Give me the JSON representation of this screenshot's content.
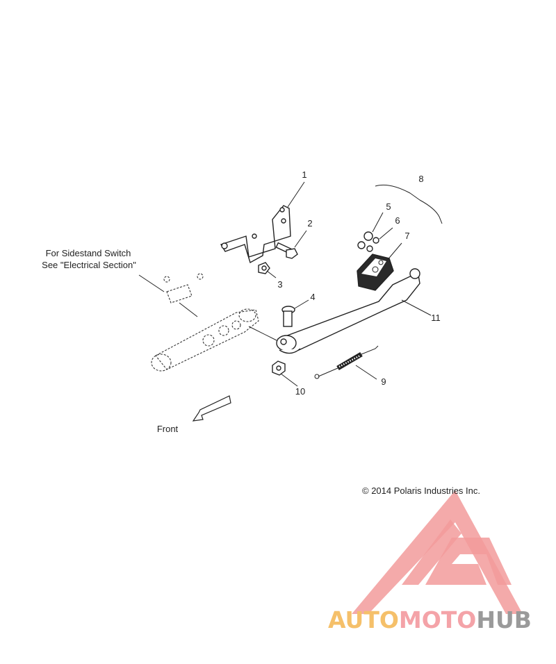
{
  "callouts": [
    "1",
    "2",
    "3",
    "4",
    "5",
    "6",
    "7",
    "8",
    "9",
    "10",
    "11"
  ],
  "note": {
    "line1": "For Sidestand Switch",
    "line2": "See \"Electrical Section\""
  },
  "front_label": "Front",
  "copyright": "© 2014 Polaris Industries Inc.",
  "watermark": {
    "brand_parts": [
      "AUTO",
      "MOTO",
      "HUB"
    ],
    "colors": {
      "auto": "#f5c06a",
      "moto": "#f4a3a8",
      "hub": "#9a9a9a",
      "logo": "#f29b9b"
    }
  }
}
